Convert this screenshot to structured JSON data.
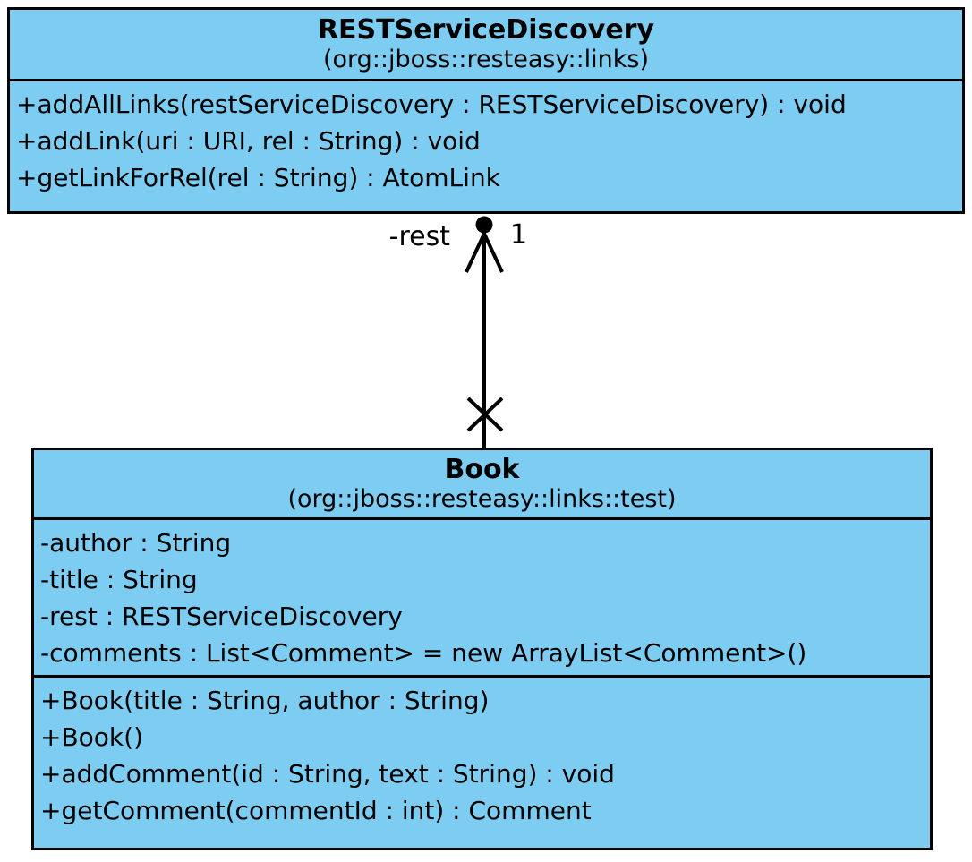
{
  "diagram": {
    "type": "uml-class-diagram",
    "colors": {
      "class_fill": "#7CCDF1",
      "border": "#000000",
      "background": "#FFFFFF"
    },
    "classes": [
      {
        "name": "RESTServiceDiscovery",
        "package": "(org::jboss::resteasy::links)",
        "attributes": [],
        "methods": [
          "+addAllLinks(restServiceDiscovery : RESTServiceDiscovery) : void",
          "+addLink(uri : URI, rel : String) : void",
          "+getLinkForRel(rel : String) : AtomLink"
        ]
      },
      {
        "name": "Book",
        "package": "(org::jboss::resteasy::links::test)",
        "attributes": [
          "-author : String",
          "-title : String",
          "-rest : RESTServiceDiscovery",
          "-comments : List<Comment> = new ArrayList<Comment>()"
        ],
        "methods": [
          "+Book(title : String, author : String)",
          "+Book()",
          "+addComment(id : String, text : String) : void",
          "+getComment(commentId : int) : Comment"
        ]
      }
    ],
    "association": {
      "from": "Book",
      "to": "RESTServiceDiscovery",
      "role_label": "-rest",
      "multiplicity": "1",
      "target_terminator": "filled-dot-with-open-arrowhead",
      "source_terminator": "cross"
    }
  }
}
